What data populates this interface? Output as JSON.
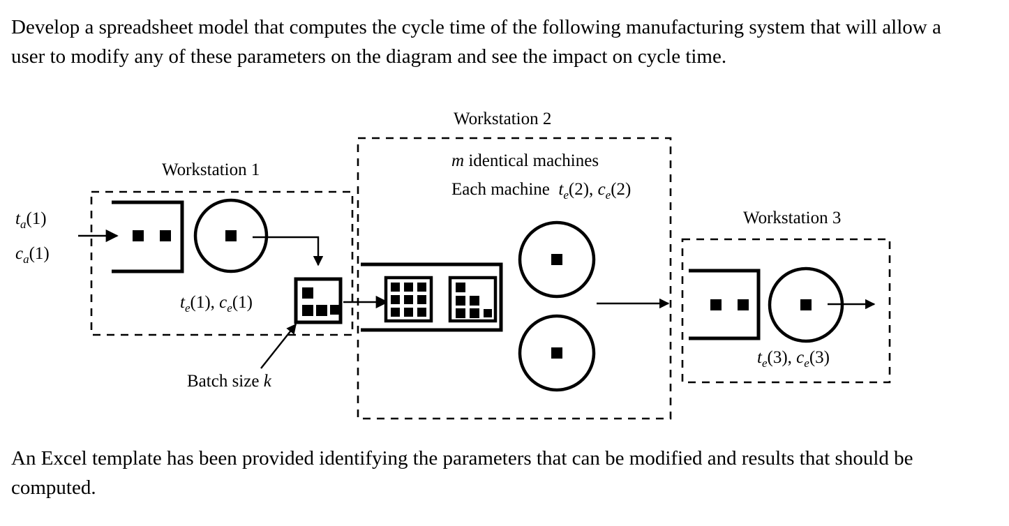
{
  "document": {
    "intro_text": "Develop a spreadsheet model that computes the cycle time of the following manufacturing system that will allow a user to modify any of these parameters on the diagram and see the impact on cycle time.",
    "closing_text": "An Excel template has been provided identifying the parameters that can be modified and results that should be computed."
  },
  "diagram": {
    "arrival_labels": {
      "interarrival_time": "ta(1)",
      "arrival_cv": "ca(1)"
    },
    "workstation1": {
      "title": "Workstation 1",
      "process_label": "te(1), ce(1)",
      "queue_jobs": 2,
      "machines": 1,
      "batch_box_jobs": 4
    },
    "workstation2": {
      "title": "Workstation 2",
      "line1": "m identical machines",
      "line2_prefix": "Each machine",
      "line2_params": "te(2), ce(2)",
      "queue_batches": 2,
      "batch1_jobs": 9,
      "batch2_jobs": 6,
      "machines": 2
    },
    "workstation3": {
      "title": "Workstation 3",
      "process_label": "te(3), ce(3)",
      "queue_jobs": 2,
      "machines": 1
    },
    "annotations": {
      "batch_size": "Batch size k"
    },
    "colors": {
      "stroke": "#000000",
      "background": "#ffffff",
      "text": "#000000"
    }
  }
}
